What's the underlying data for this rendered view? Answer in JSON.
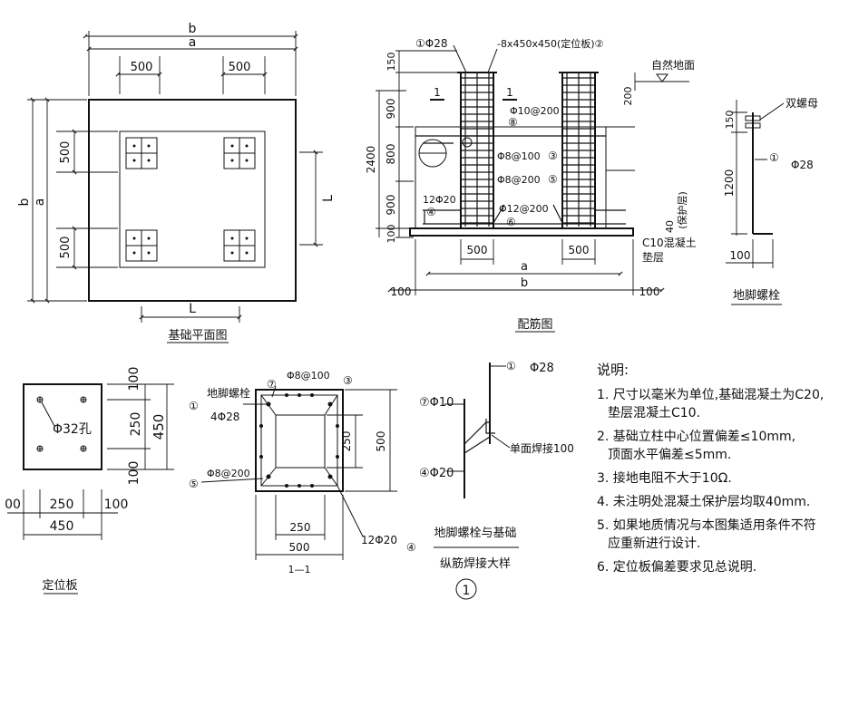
{
  "plan": {
    "caption": "基础平面图",
    "dim_b": "b",
    "dim_a": "a",
    "dim_500_left": "500",
    "dim_500_right": "500",
    "side_500_top": "500",
    "side_500_bottom": "500",
    "side_b": "b",
    "side_a": "a",
    "dim_L_right": "L",
    "dim_L_bottom": "L"
  },
  "section": {
    "caption": "配筋图",
    "bar1": "①Φ28",
    "plate": "-8x450x450(定位板)②",
    "ground": "自然地面",
    "d150": "150",
    "d900_top": "900",
    "d800": "800",
    "d2400": "2400",
    "d900_bot": "900",
    "d100": "100",
    "d200": "200",
    "mark1_left": "1",
    "mark1_right": "1",
    "stirrup8": "Φ10@200",
    "stirrup8_no": "⑧",
    "stirrup3": "Φ8@100",
    "stirrup3_no": "③",
    "stirrup5": "Φ8@200",
    "stirrup5_no": "⑤",
    "bar4": "12Φ20",
    "bar4_no": "④",
    "bar6": "Φ12@200",
    "bar6_no": "⑥",
    "t40": "40",
    "cover": "(保护层)",
    "pad1": "C10混凝土",
    "pad2": "垫层",
    "b500_left": "500",
    "b500_right": "500",
    "b_a": "a",
    "b_b": "b",
    "b100_left": "100",
    "b100_right": "100"
  },
  "bolt": {
    "caption": "地脚螺栓",
    "nut": "双螺母",
    "bar_no": "①",
    "bar": "Φ28",
    "d150": "150",
    "d1200": "1200",
    "d100": "100"
  },
  "plate": {
    "caption": "定位板",
    "hole": "Φ32孔",
    "v100_top": "100",
    "v250": "250",
    "v100_bot": "100",
    "v450": "450",
    "h100_left": "00",
    "h250": "250",
    "h100_right": "100",
    "h450": "450"
  },
  "cut": {
    "caption": "1—1",
    "bolt_label": "地脚螺栓",
    "bolt_bars": "4Φ28",
    "bolt_no": "①",
    "stirrup_no": "⑦",
    "stirrup": "Φ8@100",
    "stirrup_ref": "③",
    "tie_no": "⑤",
    "tie": "Φ8@200",
    "d250_right": "250",
    "d500_right": "500",
    "d250_bot": "250",
    "d500_bot": "500",
    "main": "12Φ20",
    "main_no": "④"
  },
  "weld": {
    "bar1_no": "①",
    "bar1": "Φ28",
    "bar7": "⑦Φ10",
    "weld_label": "单面焊接100",
    "bar4": "④Φ20",
    "caption1": "地脚螺栓与基础",
    "caption2": "纵筋焊接大样",
    "detail_no": "1"
  },
  "notes": {
    "title": "说明:",
    "items": [
      [
        "1. 尺寸以毫米为单位,基础混凝土为C20,",
        "垫层混凝土C10."
      ],
      [
        "2. 基础立柱中心位置偏差≤10mm,",
        "顶面水平偏差≤5mm."
      ],
      [
        "3. 接地电阻不大于10Ω."
      ],
      [
        "4. 未注明处混凝土保护层均取40mm."
      ],
      [
        "5. 如果地质情况与本图集适用条件不符",
        "应重新进行设计."
      ],
      [
        "6. 定位板偏差要求见总说明."
      ]
    ]
  }
}
